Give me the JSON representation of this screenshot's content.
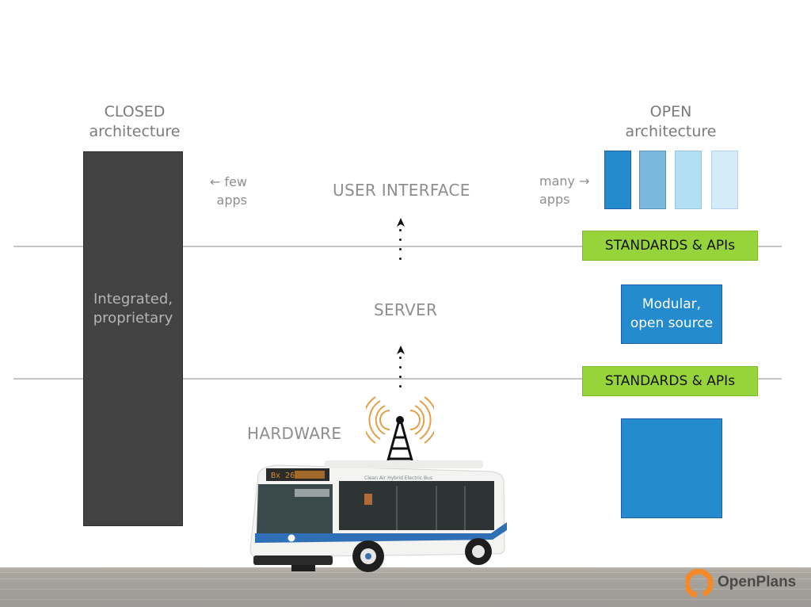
{
  "closed": {
    "title_line1": "CLOSED",
    "title_line2": "architecture",
    "box_line1": "Integrated,",
    "box_line2": "proprietary",
    "apps_note_line1": "← few",
    "apps_note_line2": "apps",
    "box_color": "#424242"
  },
  "open": {
    "title_line1": "OPEN",
    "title_line2": "architecture",
    "apps_note_line1": "many →",
    "apps_note_line2": "apps",
    "app_bar_colors": [
      "#258bcf",
      "#7ab8dd",
      "#b2dff3",
      "#d4ebf8"
    ],
    "standards_top": "STANDARDS & APIs",
    "standards_bottom": "STANDARDS & APIs",
    "standards_color": "#97d43c",
    "server_box_line1": "Modular,",
    "server_box_line2": "open source",
    "module_color": "#258bcf"
  },
  "layers": {
    "user_interface": "USER INTERFACE",
    "server": "SERVER",
    "hardware": "HARDWARE"
  },
  "icons": {
    "arrow_up": "arrow-up-icon",
    "antenna": "radio-tower-icon",
    "bus": "bus-image"
  },
  "bus": {
    "destination_sign": "Bx 26",
    "side_text": "Clean Air Hybrid Electric Bus",
    "stripe_color": "#2f6fb5"
  },
  "logo": {
    "text": "OpenPlans",
    "accent_color": "#f28a2a"
  }
}
